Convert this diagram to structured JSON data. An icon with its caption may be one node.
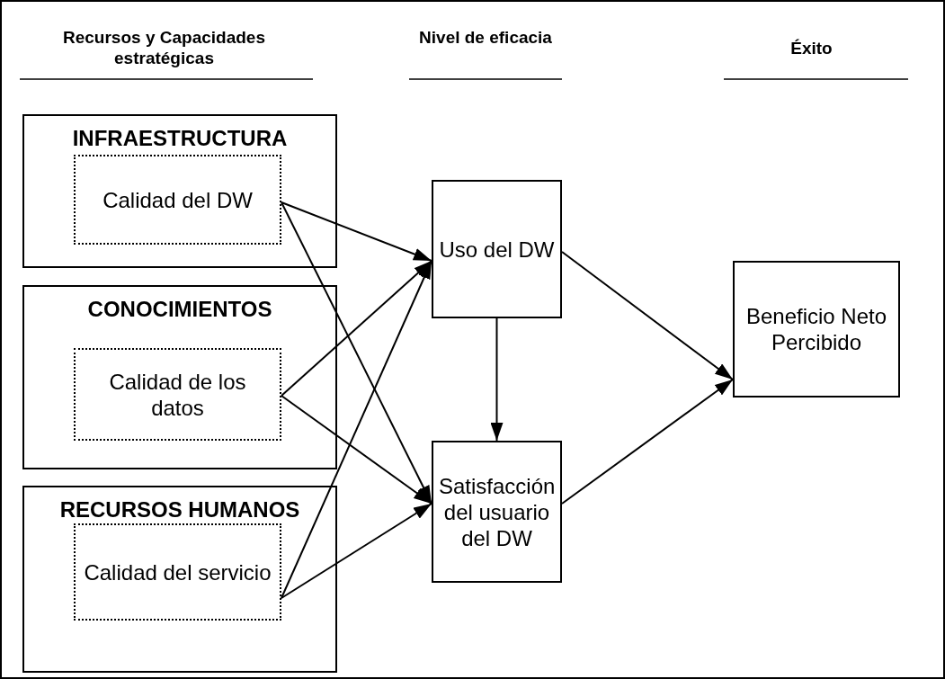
{
  "diagram": {
    "nodes": [
      {
        "text": [
          "INFRAESTRUCTURA"
        ]
      },
      {
        "text": [
          "Calidad del DW"
        ],
        "in": 0
      },
      {
        "text": [
          "CONOCIMIENTOS"
        ]
      },
      {
        "text": [
          "Calidad de los datos"
        ],
        "in": 2
      },
      {
        "text": [
          "RECURSOS HUMANOS"
        ]
      },
      {
        "text": [
          "Calidad del servicio"
        ],
        "in": 4
      },
      {
        "text": [
          "Uso del DW"
        ]
      },
      {
        "text": [
          "Satisfacción del usuario del DW"
        ]
      },
      {
        "text": [
          "Beneficio Neto Percibido"
        ]
      }
    ],
    "edges": [
      {
        "from": 1,
        "to": 6,
        "arrow": "to"
      },
      {
        "from": 1,
        "to": 7,
        "arrow": "to"
      },
      {
        "from": 3,
        "to": 6,
        "arrow": "to"
      },
      {
        "from": 3,
        "to": 7,
        "arrow": "to"
      },
      {
        "from": 5,
        "to": 6,
        "arrow": "to"
      },
      {
        "from": 5,
        "to": 7,
        "arrow": "to"
      },
      {
        "from": 6,
        "to": 7,
        "arrow": "to"
      },
      {
        "from": 6,
        "to": 8,
        "arrow": "to"
      },
      {
        "from": 7,
        "to": 8,
        "arrow": "to"
      }
    ],
    "labels": [
      "Recursos y Capacidades estratégicas",
      "Nivel de eficacia",
      "Éxito"
    ]
  }
}
